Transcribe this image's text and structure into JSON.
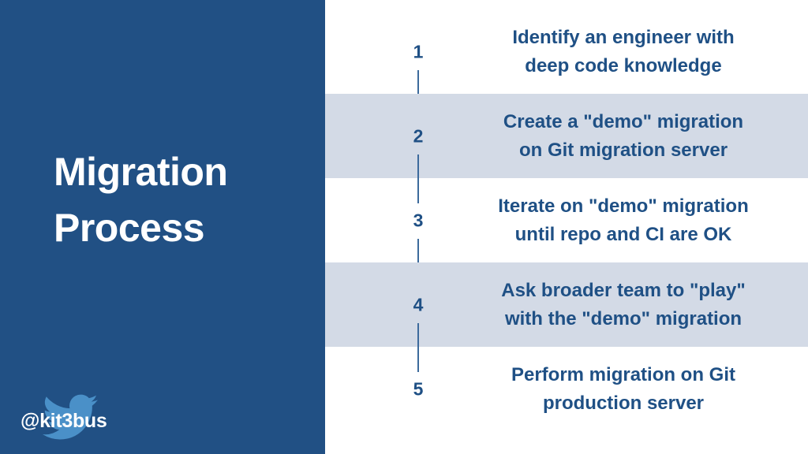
{
  "slide": {
    "title": "Migration\nProcess",
    "background_color": "#ffffff",
    "panel_color": "#215084",
    "stripe_color": "#d3dae6",
    "accent_text_color": "#1f5085",
    "bird_color": "#4a90c8"
  },
  "footer": {
    "twitter_handle": "@kit3bus",
    "bird_icon": "twitter-bird-icon"
  },
  "steps": [
    {
      "number": "1",
      "text": "Identify an engineer with\ndeep code knowledge"
    },
    {
      "number": "2",
      "text": "Create a \"demo\" migration\non Git migration server"
    },
    {
      "number": "3",
      "text": "Iterate on \"demo\" migration\nuntil repo and CI are OK"
    },
    {
      "number": "4",
      "text": "Ask broader team to \"play\"\nwith the \"demo\" migration"
    },
    {
      "number": "5",
      "text": "Perform migration on Git\nproduction server"
    }
  ]
}
